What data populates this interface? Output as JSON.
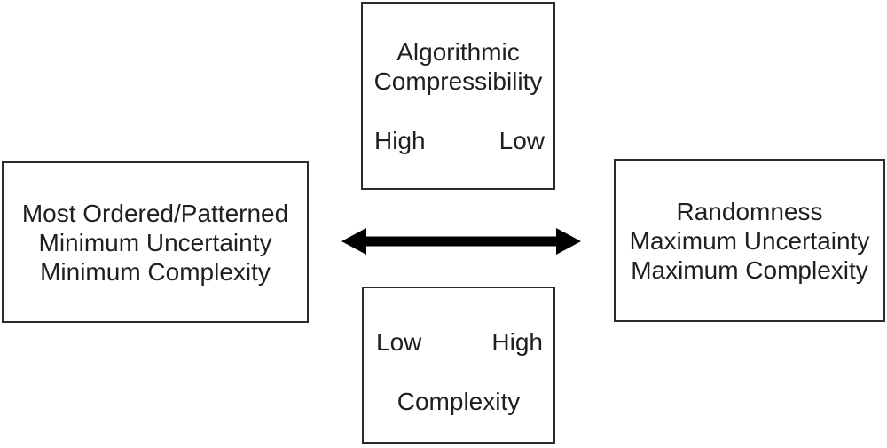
{
  "top_box": {
    "title_lines": [
      "Algorithmic",
      "Compressibility"
    ],
    "left_label": "High",
    "right_label": "Low"
  },
  "left_box": {
    "lines": [
      "Most Ordered/Patterned",
      "Minimum Uncertainty",
      "Minimum Complexity"
    ]
  },
  "right_box": {
    "lines": [
      "Randomness",
      "Maximum Uncertainty",
      "Maximum Complexity"
    ]
  },
  "bottom_box": {
    "left_label": "Low",
    "right_label": "High",
    "title": "Complexity"
  },
  "arrow": {
    "description": "double-headed horizontal arrow"
  },
  "colors": {
    "background": "#ffffff",
    "box_border": "#2b2b2b",
    "text": "#1f1f1f",
    "arrow": "#000000"
  }
}
